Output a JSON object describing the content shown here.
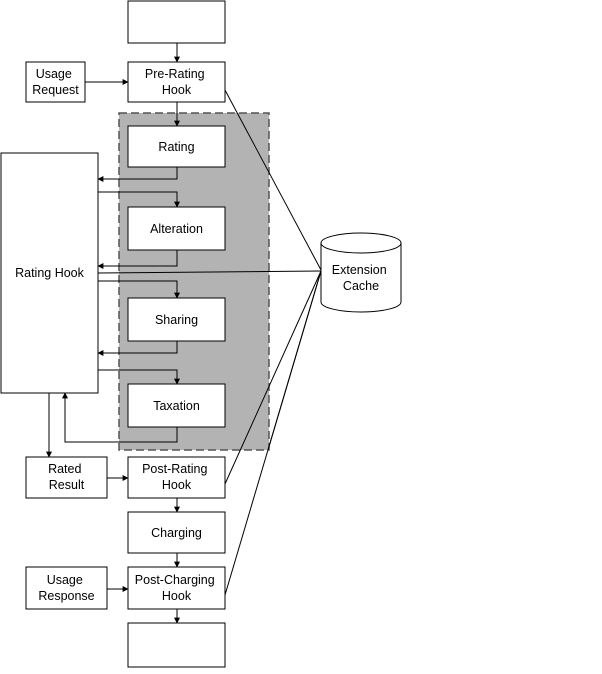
{
  "colors": {
    "line": "#000000",
    "box_fill": "#ffffff",
    "group_fill": "#b3b3b3",
    "group_border": "#555555"
  },
  "boxes": {
    "top_blank": {
      "lines": []
    },
    "usage_request": {
      "lines": [
        "Usage",
        "Request"
      ]
    },
    "pre_rating_hook": {
      "lines": [
        "Pre-Rating",
        "Hook"
      ]
    },
    "rating": {
      "lines": [
        "Rating"
      ]
    },
    "alteration": {
      "lines": [
        "Alteration"
      ]
    },
    "sharing": {
      "lines": [
        "Sharing"
      ]
    },
    "taxation": {
      "lines": [
        "Taxation"
      ]
    },
    "rating_hook": {
      "lines": [
        "Rating Hook"
      ]
    },
    "rated_result": {
      "lines": [
        "Rated",
        "Result"
      ]
    },
    "post_rating_hook": {
      "lines": [
        "Post-Rating",
        "Hook"
      ]
    },
    "charging": {
      "lines": [
        "Charging"
      ]
    },
    "usage_response": {
      "lines": [
        "Usage",
        "Response"
      ]
    },
    "post_charging_hook": {
      "lines": [
        "Post-Charging",
        "Hook"
      ]
    },
    "bottom_blank": {
      "lines": []
    }
  },
  "cache": {
    "lines": [
      "Extension",
      "Cache"
    ]
  }
}
